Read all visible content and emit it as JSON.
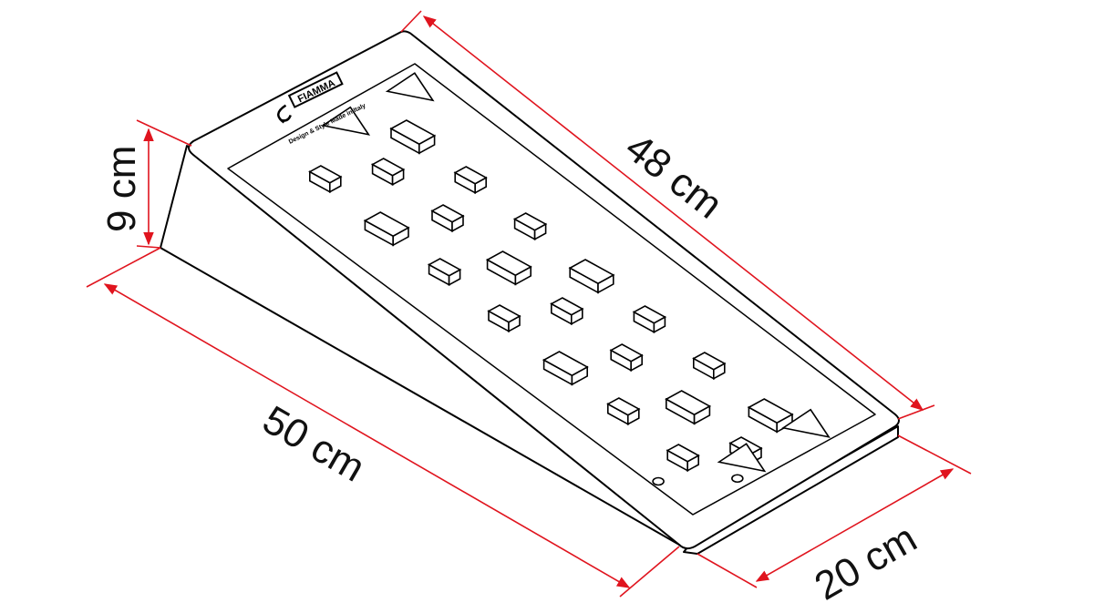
{
  "product": {
    "brand": "FIAMMA",
    "tagline": "Design & Style Made in Italy"
  },
  "dimensions": {
    "length_top": "48 cm",
    "length_base": "50 cm",
    "height": "9 cm",
    "width": "20 cm"
  },
  "colors": {
    "outline": "#000000",
    "dimension_line": "#e0141e"
  }
}
